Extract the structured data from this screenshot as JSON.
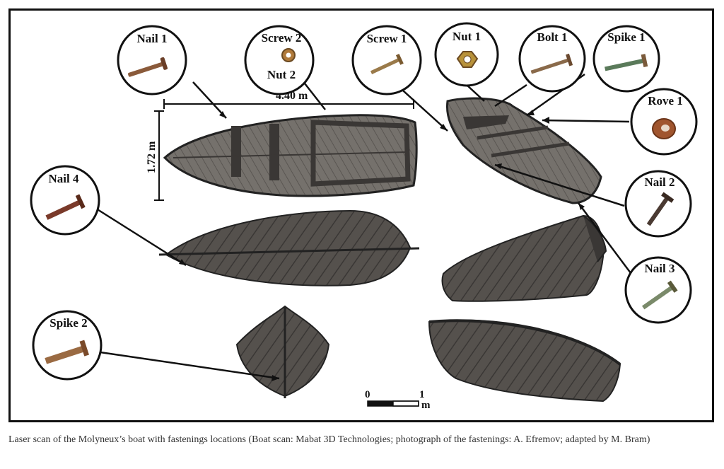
{
  "labels": {
    "nail1": "Nail 1",
    "screw2": "Screw 2",
    "nut2": "Nut 2",
    "screw1": "Screw 1",
    "nut1": "Nut 1",
    "bolt1": "Bolt 1",
    "spike1": "Spike 1",
    "rove1": "Rove 1",
    "nail2": "Nail 2",
    "nail3": "Nail 3",
    "nail4": "Nail 4",
    "spike2": "Spike 2"
  },
  "dimensions": {
    "length": "4.40 m",
    "width": "1.72 m"
  },
  "scale_bar": {
    "start": "0",
    "end": "1",
    "unit": "m"
  },
  "caption": "Laser scan of the Molyneux’s boat with fastenings locations (Boat scan: Mabat 3D Technologies; photograph of the fastenings: A. Efremov; adapted by M. Bram)",
  "colors": {
    "hull": "#4a4744",
    "hull_light": "#6e6a66",
    "metal": "#8a5a3a"
  }
}
